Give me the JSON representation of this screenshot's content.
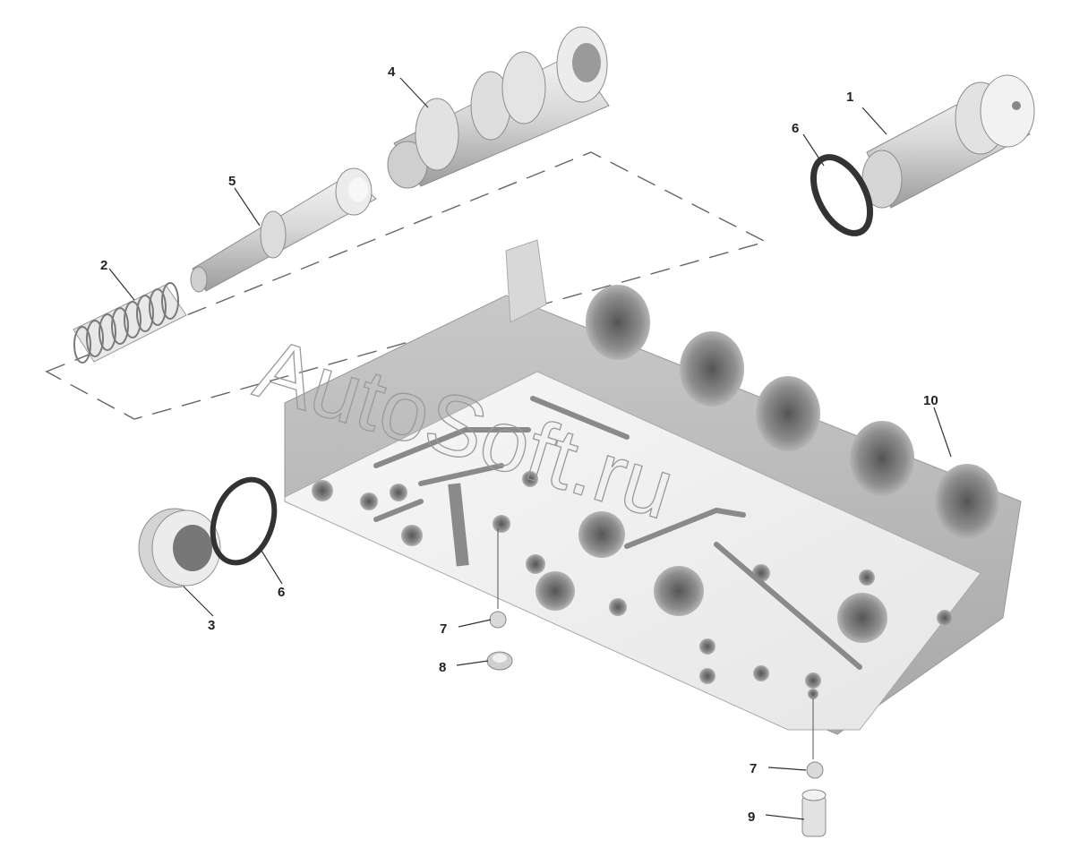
{
  "watermark": "AutoSoft.ru",
  "callouts": {
    "c1": "1",
    "c2": "2",
    "c3": "3",
    "c4": "4",
    "c5": "5",
    "c6a": "6",
    "c6b": "6",
    "c7a": "7",
    "c7b": "7",
    "c8": "8",
    "c9": "9",
    "c10": "10"
  }
}
